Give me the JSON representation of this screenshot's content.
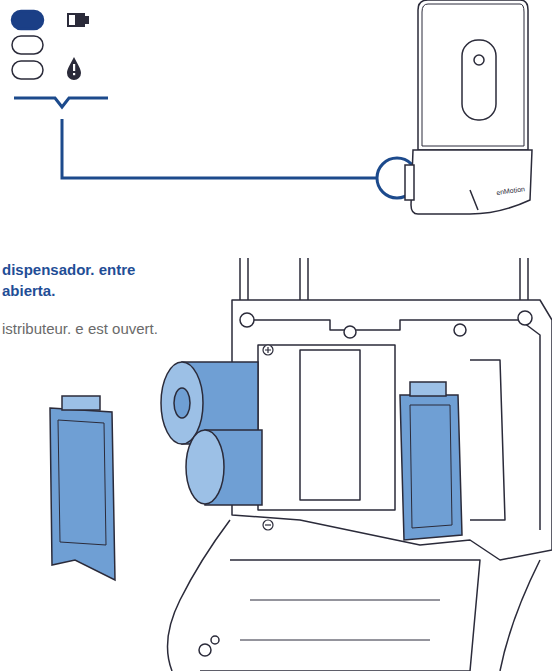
{
  "diagram": {
    "labels": [
      "dispensador. entre abierta.",
      "istributeur. e est ouvert.",
      "enMotion"
    ]
  }
}
